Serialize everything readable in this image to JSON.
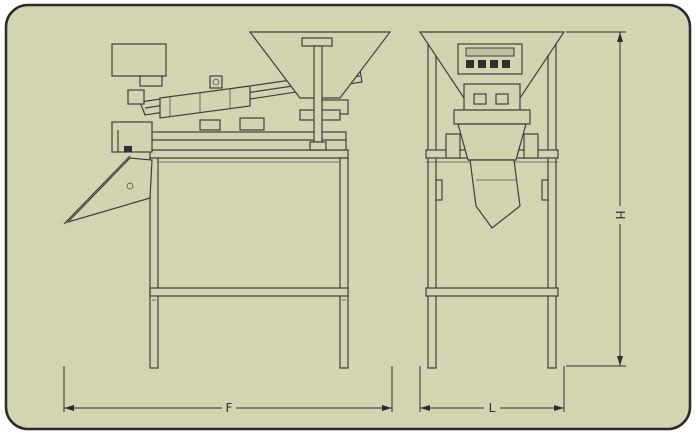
{
  "colors": {
    "panel_bg": "#d3d4b2",
    "panel_border": "#2b2b2b",
    "line": "#3f3f3f"
  },
  "dimensions": {
    "width_label": "F",
    "depth_label": "L",
    "height_label": "H"
  }
}
